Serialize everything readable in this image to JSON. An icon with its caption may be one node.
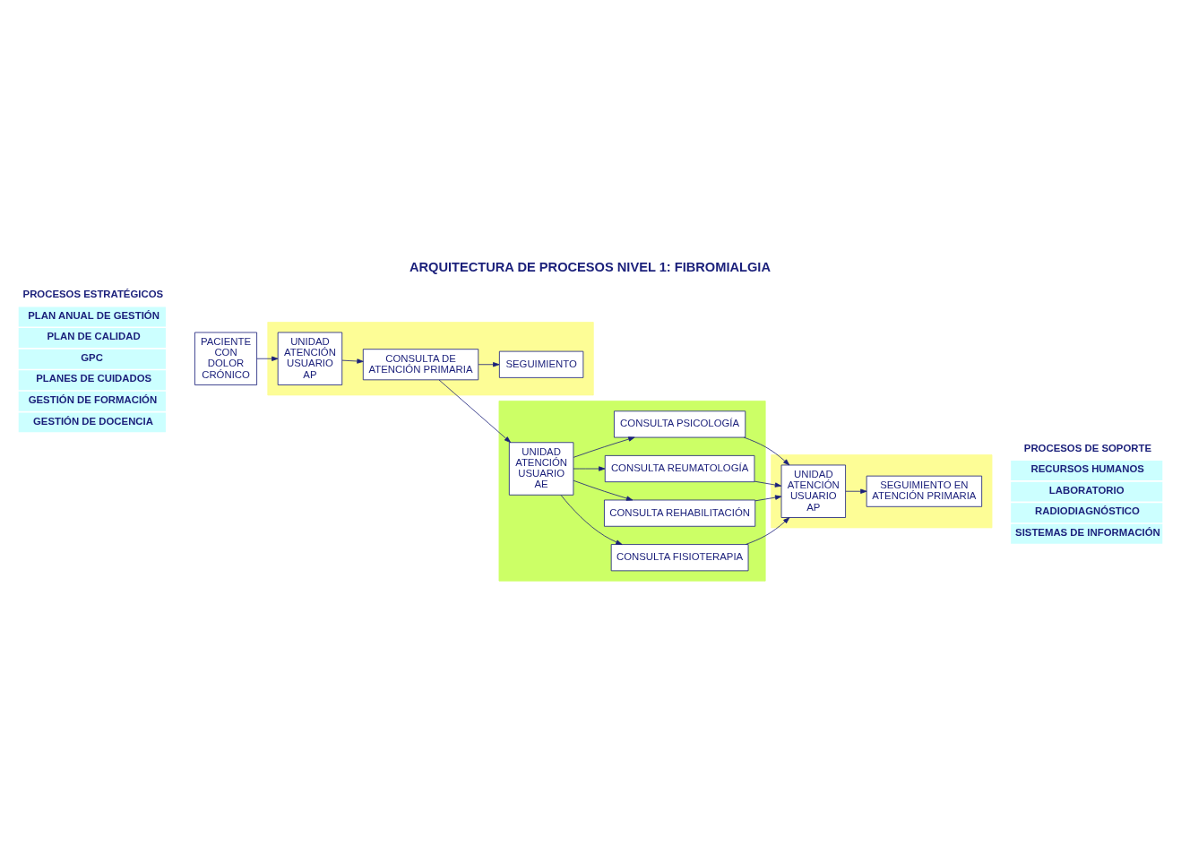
{
  "diagram": {
    "title": "ARQUITECTURA DE PROCESOS NIVEL 1: FIBROMIALGIA",
    "nodes": [
      {
        "text": [
          "PROCESOS ESTRATÉGICOS",
          "PLAN ANUAL DE GESTIÓN",
          "PLAN DE CALIDAD",
          "GPC",
          "PLANES DE CUIDADOS",
          "GESTIÓN DE FORMACIÓN",
          "GESTIÓN DE DOCENCIA"
        ]
      },
      {
        "text": [
          "PACIENTE CON DOLOR CRÓNICO"
        ]
      },
      {
        "text": [],
        "shape": "box"
      },
      {
        "text": [
          "UNIDAD ATENCIÓN USUARIO AP"
        ],
        "in": 2
      },
      {
        "text": [
          "CONSULTA DE ATENCIÓN PRIMARIA"
        ],
        "in": 2
      },
      {
        "text": [
          "SEGUIMIENTO"
        ],
        "in": 2
      },
      {
        "text": [],
        "shape": "box"
      },
      {
        "text": [
          "UNIDAD ATENCIÓN USUARIO AE"
        ],
        "in": 6
      },
      {
        "text": [
          "CONSULTA FISIOTERAPIA"
        ],
        "in": 6
      },
      {
        "text": [
          "CONSULTA REHABILITACIÓN"
        ],
        "in": 6
      },
      {
        "text": [
          "CONSULTA REUMATOLOGÍA"
        ],
        "in": 6
      },
      {
        "text": [
          "CONSULTA PSICOLOGÍA"
        ],
        "in": 6
      },
      {
        "text": [],
        "shape": "box"
      },
      {
        "text": [
          "UNIDAD ATENCIÓN USUARIO AP"
        ],
        "in": 12
      },
      {
        "text": [
          "SEGUIMIENTO EN ATENCIÓN PRIMARIA"
        ],
        "in": 12
      },
      {
        "text": [
          "PROCESOS DE SOPORTE",
          "RECURSOS HUMANOS",
          "LABORATORIO",
          "RADIODIAGNÓSTICO",
          "SISTEMAS DE INFORMACIÓN"
        ]
      }
    ],
    "edges": [
      {
        "from": 1,
        "to": 3,
        "arrow": "to"
      },
      {
        "from": 3,
        "to": 4,
        "arrow": "to"
      },
      {
        "from": 4,
        "to": 5,
        "arrow": "to"
      },
      {
        "from": 4,
        "to": 7,
        "arrow": "to"
      },
      {
        "from": 7,
        "to": 8,
        "arrow": "to"
      },
      {
        "from": 7,
        "to": 9,
        "arrow": "to"
      },
      {
        "from": 7,
        "to": 10,
        "arrow": "to"
      },
      {
        "from": 7,
        "to": 11,
        "arrow": "to"
      },
      {
        "from": 8,
        "to": 13,
        "arrow": "to"
      },
      {
        "from": 9,
        "to": 13,
        "arrow": "to"
      },
      {
        "from": 10,
        "to": 13,
        "arrow": "to"
      },
      {
        "from": 11,
        "to": 13,
        "arrow": "to"
      },
      {
        "from": 13,
        "to": 14,
        "arrow": "to"
      }
    ]
  }
}
